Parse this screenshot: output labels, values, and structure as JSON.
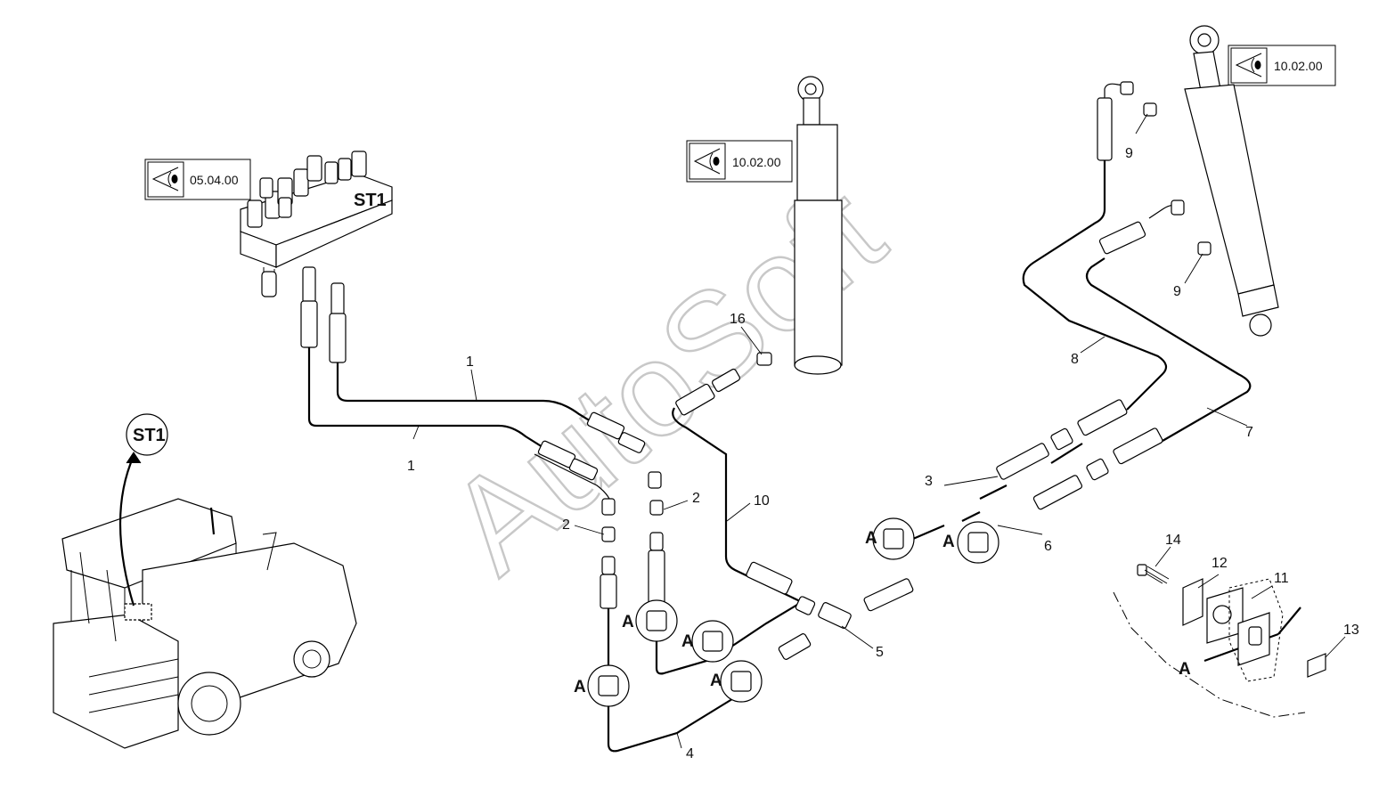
{
  "watermark": "AutoSoft",
  "reference_boxes": [
    {
      "ref": "05.04.00",
      "icon": "eye-icon"
    },
    {
      "ref": "10.02.00",
      "icon": "eye-icon"
    },
    {
      "ref": "10.02.00",
      "icon": "eye-icon"
    }
  ],
  "valve_block_label": "ST1",
  "location_marker": "ST1",
  "clamp_marker": "A",
  "part_numbers": [
    "1",
    "1",
    "2",
    "2",
    "3",
    "4",
    "5",
    "6",
    "7",
    "8",
    "9",
    "9",
    "10",
    "11",
    "12",
    "13",
    "14",
    "16"
  ]
}
